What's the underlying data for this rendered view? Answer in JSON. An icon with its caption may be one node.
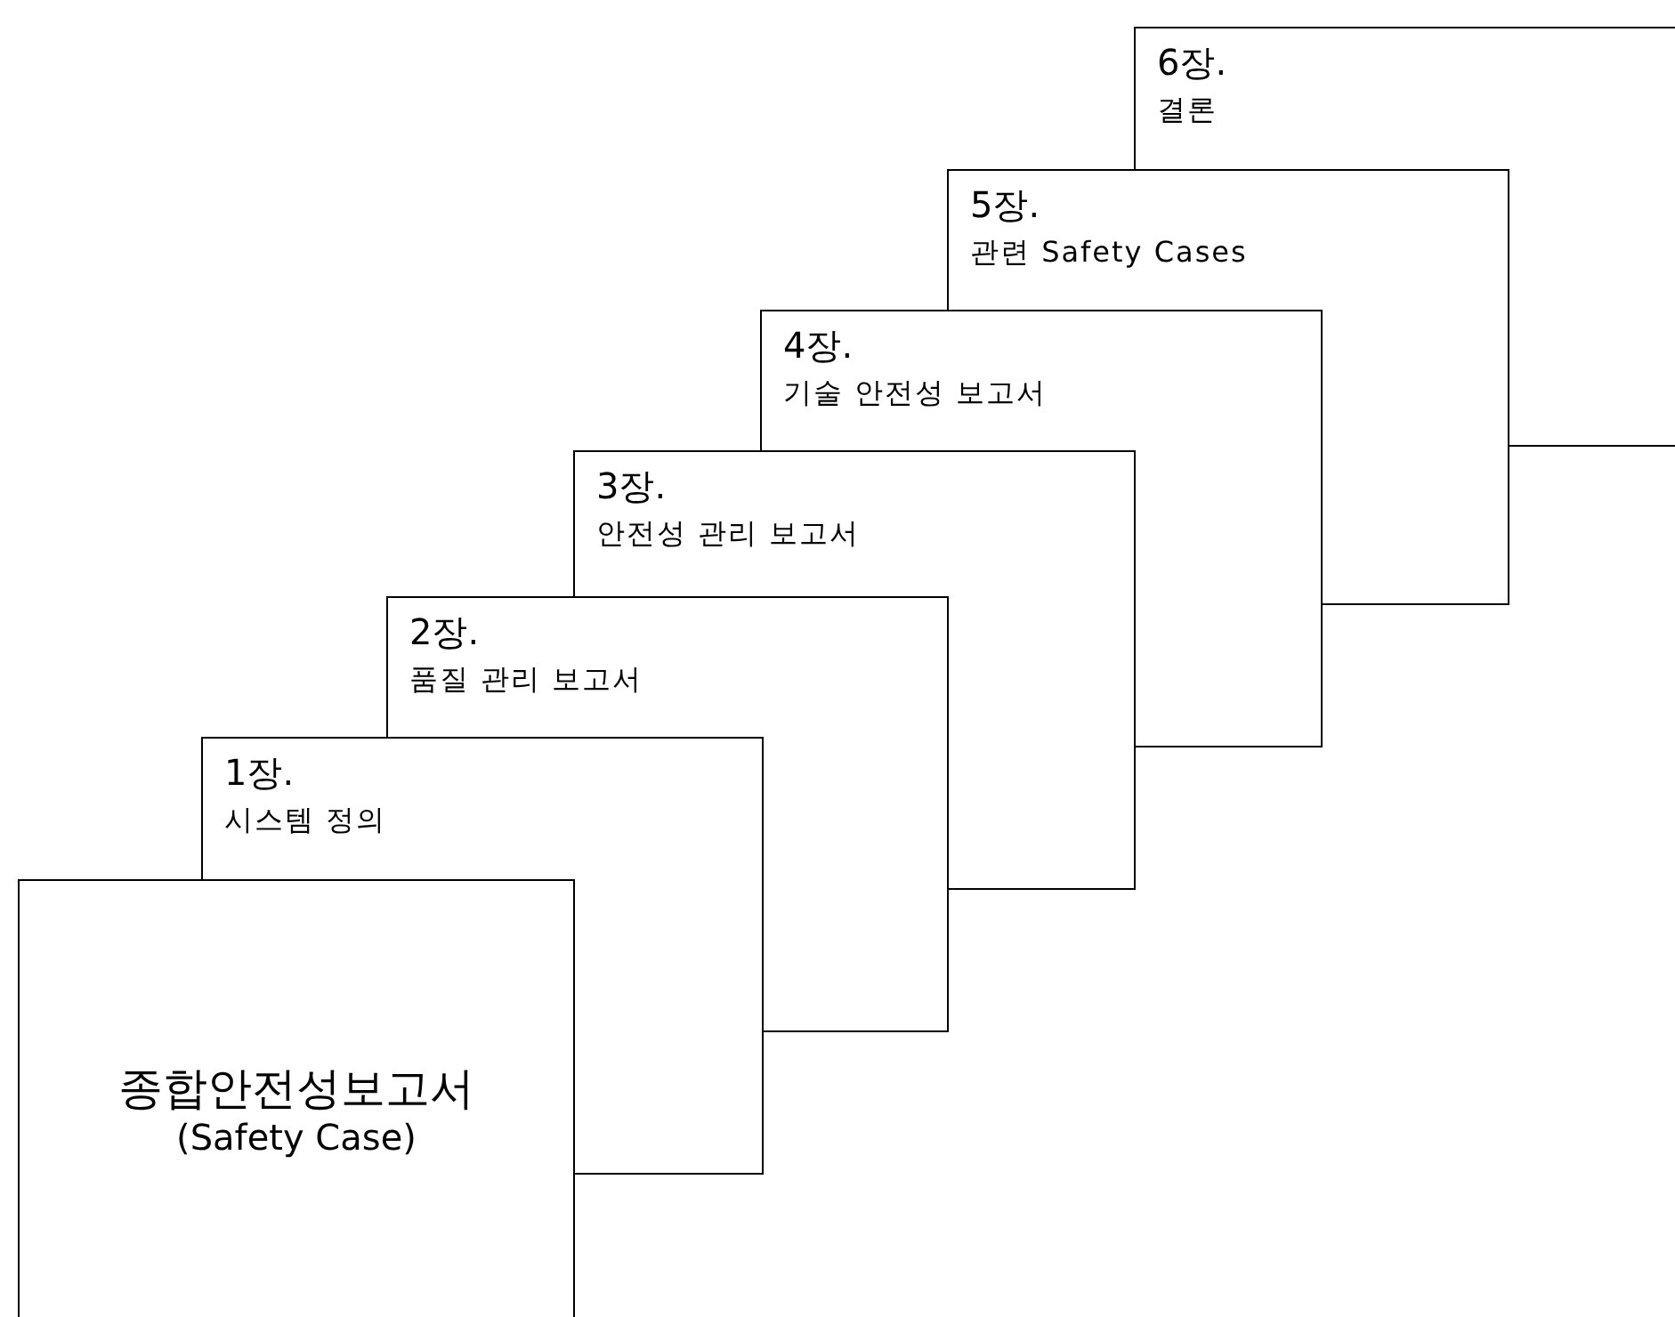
{
  "diagram": {
    "nodes": [
      {
        "text": [
          "종합안전성보고서",
          "(Safety Case)"
        ]
      },
      {
        "text": [
          "1장.",
          "시스템 정의"
        ]
      },
      {
        "text": [
          "2장.",
          "품질 관리 보고서"
        ]
      },
      {
        "text": [
          "3장.",
          "안전성 관리 보고서"
        ]
      },
      {
        "text": [
          "4장.",
          "기술 안전성 보고서"
        ]
      },
      {
        "text": [
          "5장.",
          "관련 Safety Cases"
        ]
      },
      {
        "text": [
          "6장.",
          "결론"
        ]
      }
    ]
  }
}
